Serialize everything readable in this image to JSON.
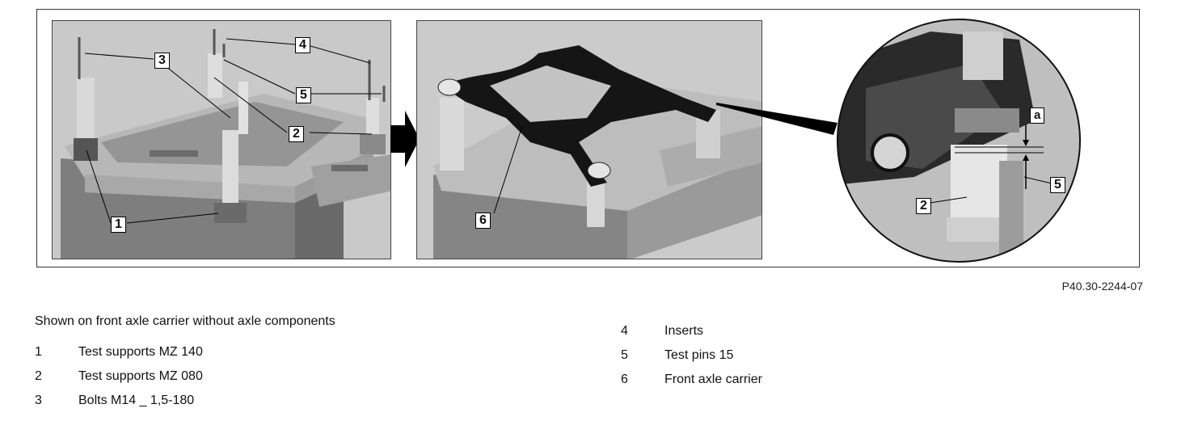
{
  "figure": {
    "id_label": "P40.30-2244-07",
    "callouts": {
      "c1": "1",
      "c2": "2",
      "c3": "3",
      "c4": "4",
      "c5": "5",
      "c6": "6",
      "c2b": "2",
      "c5b": "5",
      "ca": "a"
    }
  },
  "caption": "Shown on front axle carrier without axle components",
  "legend": [
    {
      "num": "1",
      "text": "Test supports MZ 140"
    },
    {
      "num": "2",
      "text": "Test supports MZ 080"
    },
    {
      "num": "3",
      "text": "Bolts M14 _ 1,5-180"
    },
    {
      "num": "4",
      "text": "Inserts"
    },
    {
      "num": "5",
      "text": "Test pins 15"
    },
    {
      "num": "6",
      "text": "Front axle carrier"
    }
  ]
}
